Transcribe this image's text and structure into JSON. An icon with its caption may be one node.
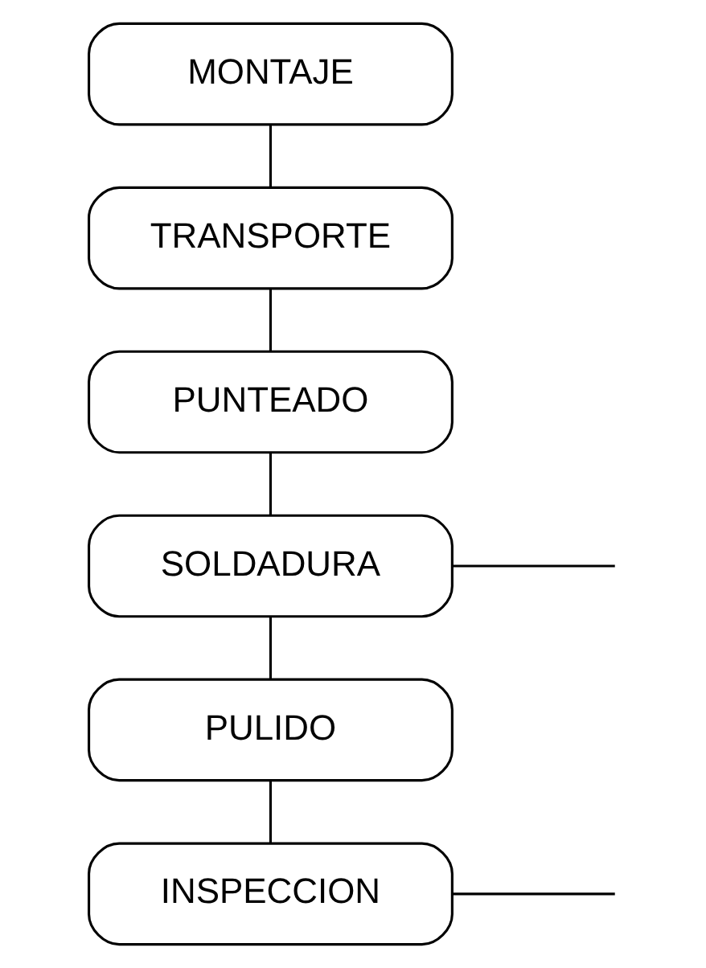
{
  "diagram": {
    "nodes": [
      {
        "text": [
          "MONTAJE"
        ]
      },
      {
        "text": [
          "TRANSPORTE"
        ]
      },
      {
        "text": [
          "PUNTEADO"
        ]
      },
      {
        "text": [
          "SOLDADURA"
        ]
      },
      {
        "text": [
          "PULIDO"
        ]
      },
      {
        "text": [
          "INSPECCION"
        ]
      }
    ],
    "edges": [
      {
        "from": 0,
        "to": 1,
        "arrow": "none"
      },
      {
        "from": 1,
        "to": 2,
        "arrow": "none"
      },
      {
        "from": 2,
        "to": 3,
        "arrow": "none"
      },
      {
        "from": 3,
        "to": null,
        "arrow": "none"
      },
      {
        "from": 3,
        "to": 4,
        "arrow": "none"
      },
      {
        "from": 4,
        "to": 5,
        "arrow": "none"
      },
      {
        "from": 5,
        "to": null,
        "arrow": "none"
      }
    ]
  }
}
